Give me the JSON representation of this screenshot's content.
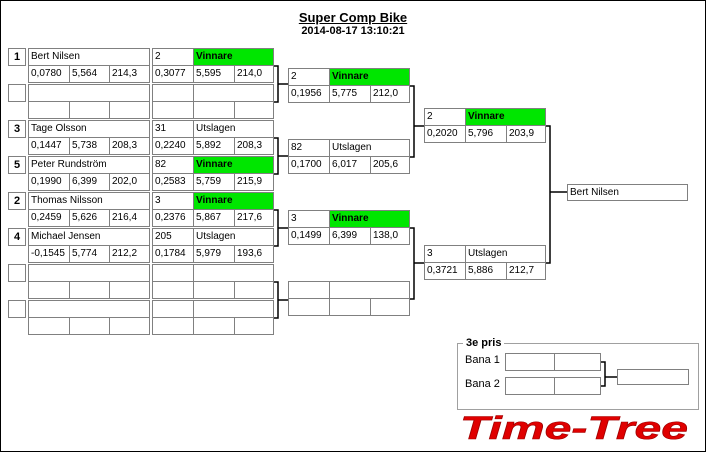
{
  "header": {
    "title": "Super Comp Bike",
    "datetime": "2014-08-17 13:10:21"
  },
  "round1": [
    {
      "seed": "1",
      "name": "Bert Nilsen",
      "rt": "0,0780",
      "et": "5,564",
      "speed": "214,3"
    },
    {
      "seed": "",
      "name": "",
      "rt": "",
      "et": "",
      "speed": ""
    },
    {
      "seed": "3",
      "name": "Tage Olsson",
      "rt": "0,1447",
      "et": "5,738",
      "speed": "208,3"
    },
    {
      "seed": "5",
      "name": "Peter Rundström",
      "rt": "0,1990",
      "et": "6,399",
      "speed": "202,0"
    },
    {
      "seed": "2",
      "name": "Thomas Nilsson",
      "rt": "0,2459",
      "et": "5,626",
      "speed": "216,4"
    },
    {
      "seed": "4",
      "name": "Michael Jensen",
      "rt": "-0,1545",
      "et": "5,774",
      "speed": "212,2"
    },
    {
      "seed": "",
      "name": "",
      "rt": "",
      "et": "",
      "speed": ""
    },
    {
      "seed": "",
      "name": "",
      "rt": "",
      "et": "",
      "speed": ""
    }
  ],
  "round2": [
    {
      "no": "2",
      "status": "Vinnare",
      "winner": true,
      "rt": "0,3077",
      "et": "5,595",
      "speed": "214,0"
    },
    {
      "no": "",
      "status": "",
      "winner": false,
      "rt": "",
      "et": "",
      "speed": ""
    },
    {
      "no": "31",
      "status": "Utslagen",
      "winner": false,
      "rt": "0,2240",
      "et": "5,892",
      "speed": "208,3"
    },
    {
      "no": "82",
      "status": "Vinnare",
      "winner": true,
      "rt": "0,2583",
      "et": "5,759",
      "speed": "215,9"
    },
    {
      "no": "3",
      "status": "Vinnare",
      "winner": true,
      "rt": "0,2376",
      "et": "5,867",
      "speed": "217,6"
    },
    {
      "no": "205",
      "status": "Utslagen",
      "winner": false,
      "rt": "0,1784",
      "et": "5,979",
      "speed": "193,6"
    },
    {
      "no": "",
      "status": "",
      "winner": false,
      "rt": "",
      "et": "",
      "speed": ""
    },
    {
      "no": "",
      "status": "",
      "winner": false,
      "rt": "",
      "et": "",
      "speed": ""
    }
  ],
  "round3": [
    {
      "no": "2",
      "status": "Vinnare",
      "winner": true,
      "rt": "0,1956",
      "et": "5,775",
      "speed": "212,0"
    },
    {
      "no": "82",
      "status": "Utslagen",
      "winner": false,
      "rt": "0,1700",
      "et": "6,017",
      "speed": "205,6"
    },
    {
      "no": "3",
      "status": "Vinnare",
      "winner": true,
      "rt": "0,1499",
      "et": "6,399",
      "speed": "138,0"
    },
    {
      "no": "",
      "status": "",
      "winner": false,
      "rt": "",
      "et": "",
      "speed": ""
    }
  ],
  "round4": [
    {
      "no": "2",
      "status": "Vinnare",
      "winner": true,
      "rt": "0,2020",
      "et": "5,796",
      "speed": "203,9"
    },
    {
      "no": "3",
      "status": "Utslagen",
      "winner": false,
      "rt": "0,3721",
      "et": "5,886",
      "speed": "212,7"
    }
  ],
  "final": {
    "winner_name": "Bert Nilsen"
  },
  "third_place": {
    "legend": "3e pris",
    "lane1": "Bana 1",
    "lane2": "Bana 2"
  },
  "logo": {
    "text": "Time-Tree"
  },
  "colors": {
    "winner": "#00e600",
    "logo": "#e00000"
  }
}
